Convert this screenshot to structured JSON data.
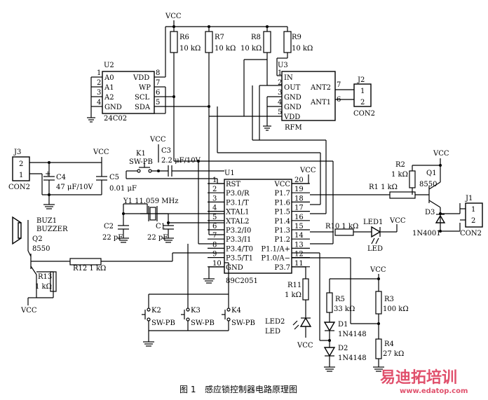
{
  "vcc": "VCC",
  "u2": {
    "ref": "U2",
    "part": "24C02",
    "pins_left": [
      "A0",
      "A1",
      "A2",
      "GND"
    ],
    "nums_left": [
      "1",
      "2",
      "3",
      "4"
    ],
    "pins_right": [
      "VDD",
      "WP",
      "SCL",
      "SDA"
    ],
    "nums_right": [
      "8",
      "7",
      "6",
      "5"
    ]
  },
  "u3": {
    "ref": "U3",
    "part": "RFM",
    "pins_left": [
      "IN",
      "OUT",
      "GND",
      "GND",
      "VDD"
    ],
    "nums_left": [
      "1",
      "2",
      "3",
      "4",
      "5"
    ],
    "pins_right": [
      "ANT2",
      "ANT1"
    ],
    "nums_right": [
      "7",
      "6"
    ]
  },
  "j2": {
    "ref": "J2",
    "part": "CON2",
    "p1": "1",
    "p2": "2"
  },
  "j3": {
    "ref": "J3",
    "part": "CON2",
    "p1": "2",
    "p2": "1"
  },
  "j1": {
    "ref": "J1",
    "part": "CON2",
    "p1": "1",
    "p2": "2"
  },
  "r6": "R6",
  "r6v": "10 kΩ",
  "r7": "R7",
  "r7v": "10 kΩ",
  "r8": "R8",
  "r8v": "10 kΩ",
  "r9": "R9",
  "r9v": "10 kΩ",
  "k1": "K1",
  "k1t": "SW-PB",
  "c3": "C3",
  "c3v": "2.2 μF/10V",
  "c4": "C4",
  "c4v": "47 μF/10V",
  "c5": "C5",
  "c5v": "0.01 μF",
  "u1": {
    "ref": "U1",
    "part": "89C2051",
    "left": [
      "RST",
      "P3.0/R",
      "P3.1/T",
      "XTAL1",
      "XTAL2",
      "P3.2/I0",
      "P3.3/I1",
      "P3.4/T0",
      "P3.5/T1",
      "GND"
    ],
    "lnums": [
      "1",
      "2",
      "3",
      "4",
      "5",
      "6",
      "7",
      "8",
      "9",
      "10"
    ],
    "right": [
      "VCC",
      "P1.7",
      "P1.6",
      "P1.5",
      "P1.4",
      "P1.3",
      "P1.2",
      "P1.1/A+",
      "P1.0/A−",
      "P3.7"
    ],
    "rnums": [
      "20",
      "19",
      "18",
      "17",
      "16",
      "15",
      "14",
      "13",
      "12",
      "11"
    ]
  },
  "y1": "Y1 11.059 MHz",
  "c2": "C2",
  "c2v": "22 pF",
  "c1": "C1",
  "c1v": "22 pF",
  "buz1": "BUZ1",
  "buzzer": "BUZZER",
  "q2": "Q2",
  "q2v": "8550",
  "r12": "R12 1 kΩ",
  "r13": "R13",
  "r13v": "1 kΩ",
  "r2": "R2",
  "r2v": "1 kΩ",
  "q1": "Q1",
  "q1v": "8550",
  "r1": "R1 1 kΩ",
  "d3": "D3",
  "d3v": "1N4001",
  "r10": "R10 1 kΩ",
  "led1": "LED1",
  "ledlbl": "LED",
  "r11": "R11",
  "r11v": "1 kΩ",
  "led2": "LED2",
  "led2t": "LED",
  "k2": "K2",
  "k3": "K3",
  "k4": "K4",
  "swpb": "SW-PB",
  "r5": "R5",
  "r5v": "33 kΩ",
  "r3": "R3",
  "r3v": "100 kΩ",
  "r4": "R4",
  "r4v": "27 kΩ",
  "d1": "D1",
  "d1v": "1N4148",
  "d2": "D2",
  "d2v": "1N4148",
  "caption_num": "图 1",
  "caption": "感应锁控制器电路原理图",
  "watermark": "易迪拓培训",
  "watermark_url": "www.edatop.com"
}
